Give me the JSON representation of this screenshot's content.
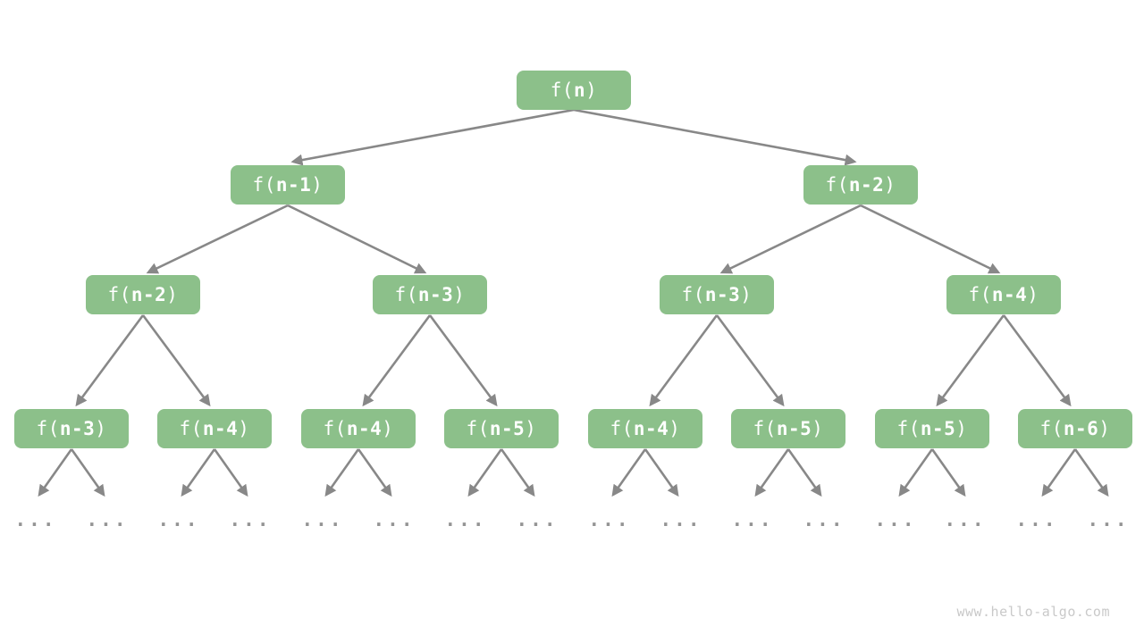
{
  "colors": {
    "node_fill": "#8cc08a",
    "node_text": "#ffffff",
    "edge": "#888888",
    "ellipsis": "#949494",
    "watermark": "#c9c9c9",
    "background": "#ffffff"
  },
  "watermark": {
    "text": "www.hello-algo.com"
  },
  "ellipsis": "...",
  "tree": {
    "levels": [
      {
        "nodes": [
          {
            "prefix": "f(",
            "arg": "n",
            "suffix": ")"
          }
        ]
      },
      {
        "nodes": [
          {
            "prefix": "f(",
            "arg": "n-1",
            "suffix": ")"
          },
          {
            "prefix": "f(",
            "arg": "n-2",
            "suffix": ")"
          }
        ]
      },
      {
        "nodes": [
          {
            "prefix": "f(",
            "arg": "n-2",
            "suffix": ")"
          },
          {
            "prefix": "f(",
            "arg": "n-3",
            "suffix": ")"
          },
          {
            "prefix": "f(",
            "arg": "n-3",
            "suffix": ")"
          },
          {
            "prefix": "f(",
            "arg": "n-4",
            "suffix": ")"
          }
        ]
      },
      {
        "nodes": [
          {
            "prefix": "f(",
            "arg": "n-3",
            "suffix": ")"
          },
          {
            "prefix": "f(",
            "arg": "n-4",
            "suffix": ")"
          },
          {
            "prefix": "f(",
            "arg": "n-4",
            "suffix": ")"
          },
          {
            "prefix": "f(",
            "arg": "n-5",
            "suffix": ")"
          },
          {
            "prefix": "f(",
            "arg": "n-4",
            "suffix": ")"
          },
          {
            "prefix": "f(",
            "arg": "n-5",
            "suffix": ")"
          },
          {
            "prefix": "f(",
            "arg": "n-5",
            "suffix": ")"
          },
          {
            "prefix": "f(",
            "arg": "n-6",
            "suffix": ")"
          }
        ]
      }
    ]
  }
}
